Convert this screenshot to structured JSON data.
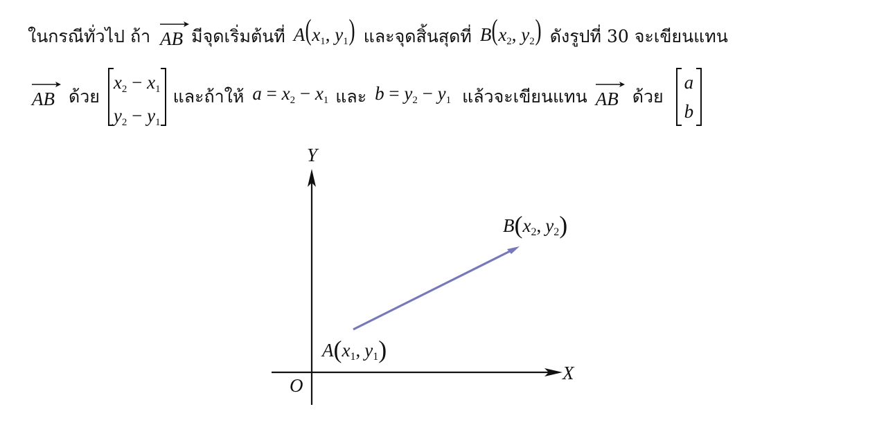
{
  "paragraph": {
    "line1": {
      "t1": "ในกรณีทั่วไป ถ้า",
      "t2": "มีจุดเริ่มต้นที่",
      "t3": "และจุดสิ้นสุดที่",
      "t4": "ดังรูปที่ 30 จะเขียนแทน"
    },
    "line2": {
      "t1": "ด้วย",
      "t2": "และถ้าให้",
      "t3": "และ",
      "t4": "แล้วจะเขียนแทน",
      "t5": "ด้วย"
    }
  },
  "math": {
    "vector_name": "AB",
    "pointA": "A",
    "pointB": "B",
    "x": "x",
    "y": "y",
    "one": "1",
    "two": "2",
    "comma": ",",
    "minus": "−",
    "equals": "=",
    "a": "a",
    "b": "b"
  },
  "diagram": {
    "y_axis_label": "Y",
    "x_axis_label": "X",
    "origin_label": "O",
    "arrow_color": "#7777bb"
  }
}
